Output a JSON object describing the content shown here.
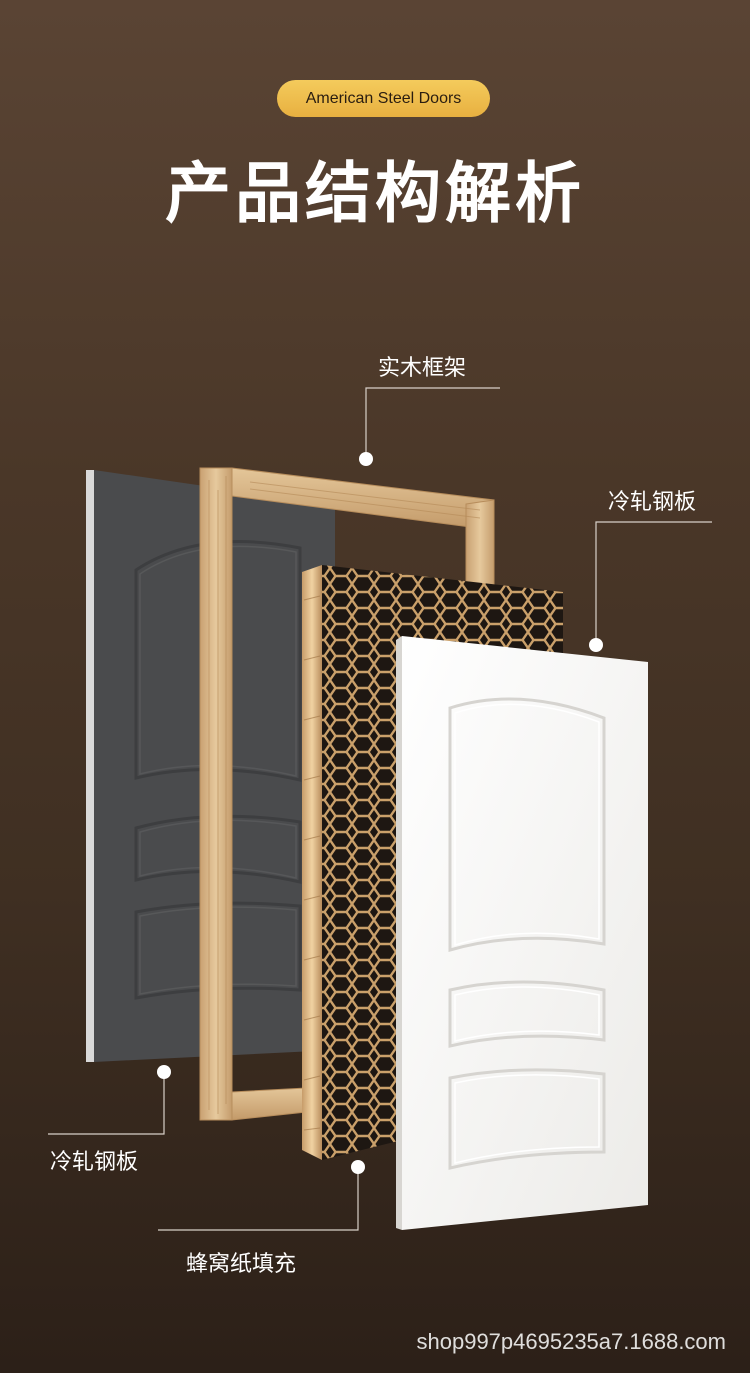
{
  "header": {
    "badge": "American Steel Doors",
    "title": "产品结构解析"
  },
  "callouts": {
    "frame": "实木框架",
    "front_panel": "冷轧钢板",
    "back_panel": "冷轧钢板",
    "honeycomb": "蜂窝纸填充"
  },
  "watermark": "shop997p4695235a7.1688.com",
  "colors": {
    "badge": "#f0c050",
    "back_panel": "#4a4b4d",
    "frame_wood": "#d9b98a",
    "front_panel": "#f4f4f2",
    "callout_line": "#d8d0c8"
  }
}
